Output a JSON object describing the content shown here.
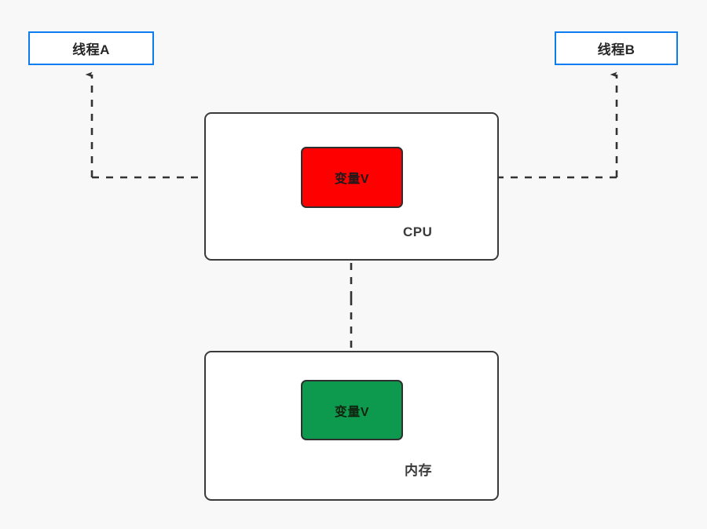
{
  "diagram": {
    "title": "Java volatile memory visibility diagram",
    "background_color": "#f8f8f8",
    "nodes": {
      "thread_a": {
        "label": "线程A",
        "border_color": "#0b7df0",
        "fill": "#ffffff"
      },
      "thread_b": {
        "label": "线程B",
        "border_color": "#0b7df0",
        "fill": "#ffffff"
      },
      "cpu": {
        "label": "CPU",
        "border_color": "#3a3a3a",
        "fill": "#ffffff"
      },
      "memory": {
        "label": "内存",
        "border_color": "#3a3a3a",
        "fill": "#ffffff"
      },
      "var_cpu": {
        "label": "变量V",
        "fill": "#ff0000",
        "border_color": "#2f2f2f",
        "text_color": "#1a1a1a"
      },
      "var_memory": {
        "label": "变量V",
        "fill": "#0d9a4e",
        "border_color": "#2f2f2f",
        "text_color": "#10240f"
      }
    },
    "edges": [
      {
        "name": "thread-a-to-var-cpu",
        "from": "thread_a",
        "to": "var_cpu",
        "style": "dashed",
        "arrowheads": "both-ends-thread-up-and-var-right",
        "color": "#333333"
      },
      {
        "name": "thread-b-to-var-cpu",
        "from": "thread_b",
        "to": "var_cpu",
        "style": "dashed",
        "arrowheads": "both-ends-thread-up-and-var-left",
        "color": "#333333"
      },
      {
        "name": "var-cpu-to-var-memory",
        "from": "var_cpu",
        "to": "var_memory",
        "style": "dashed",
        "arrowheads": "both",
        "color": "#333333"
      }
    ]
  }
}
